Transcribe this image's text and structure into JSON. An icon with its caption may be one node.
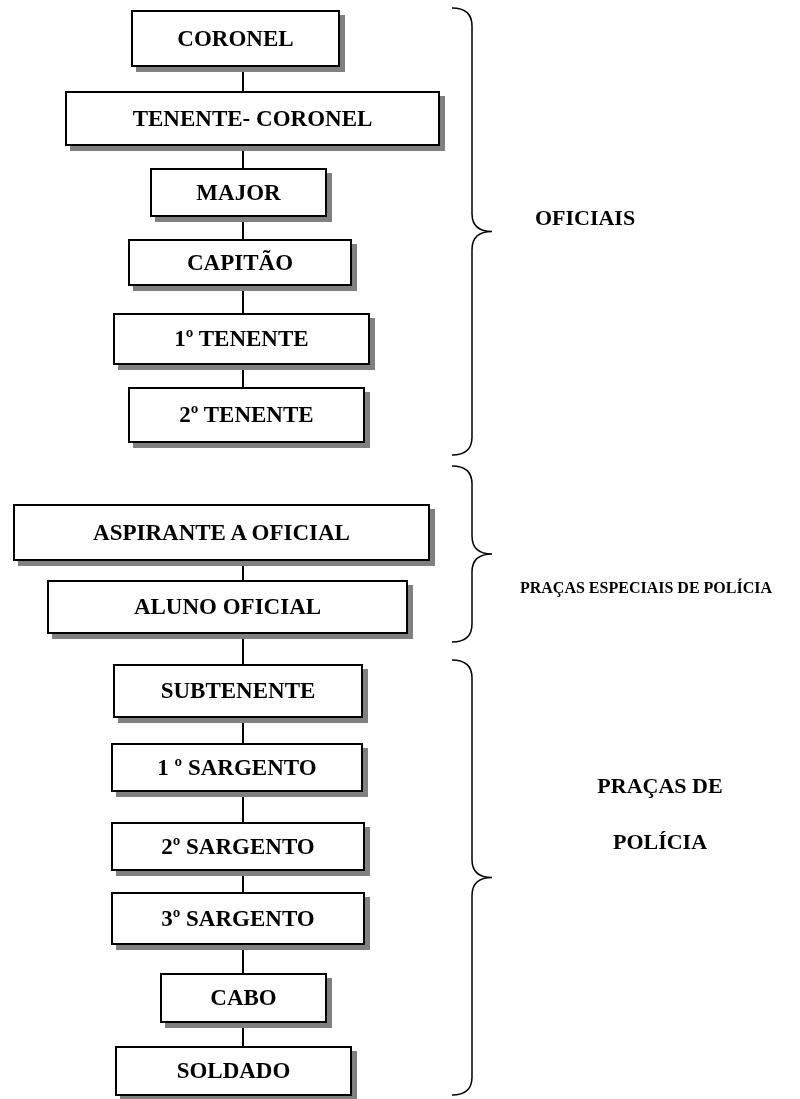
{
  "diagram": {
    "nodes": [
      {
        "text": [
          "CORONEL"
        ]
      },
      {
        "text": [
          "TENENTE- CORONEL"
        ]
      },
      {
        "text": [
          "MAJOR"
        ]
      },
      {
        "text": [
          "CAPITÃO"
        ]
      },
      {
        "text": [
          "1º TENENTE"
        ]
      },
      {
        "text": [
          "2º TENENTE"
        ]
      },
      {
        "text": [
          "ASPIRANTE A OFICIAL"
        ]
      },
      {
        "text": [
          "ALUNO OFICIAL"
        ]
      },
      {
        "text": [
          "SUBTENENTE"
        ]
      },
      {
        "text": [
          "1 º SARGENTO"
        ]
      },
      {
        "text": [
          "2º SARGENTO"
        ]
      },
      {
        "text": [
          "3º SARGENTO"
        ]
      },
      {
        "text": [
          "CABO"
        ]
      },
      {
        "text": [
          "SOLDADO"
        ]
      }
    ],
    "edges": [
      {
        "from": 0,
        "to": 1,
        "arrow": "none"
      },
      {
        "from": 1,
        "to": 2,
        "arrow": "none"
      },
      {
        "from": 2,
        "to": 3,
        "arrow": "none"
      },
      {
        "from": 3,
        "to": 4,
        "arrow": "none"
      },
      {
        "from": 4,
        "to": 5,
        "arrow": "none"
      },
      {
        "from": 6,
        "to": 7,
        "arrow": "none"
      },
      {
        "from": 7,
        "to": 8,
        "arrow": "none"
      },
      {
        "from": 8,
        "to": 9,
        "arrow": "none"
      },
      {
        "from": 9,
        "to": 10,
        "arrow": "none"
      },
      {
        "from": 10,
        "to": 11,
        "arrow": "none"
      },
      {
        "from": 11,
        "to": 12,
        "arrow": "none"
      },
      {
        "from": 12,
        "to": 13,
        "arrow": "none"
      }
    ],
    "labels": [
      "OFICIAIS",
      "PRAÇAS ESPECIAIS DE POLÍCIA",
      "PRAÇAS DE POLÍCIA"
    ]
  }
}
